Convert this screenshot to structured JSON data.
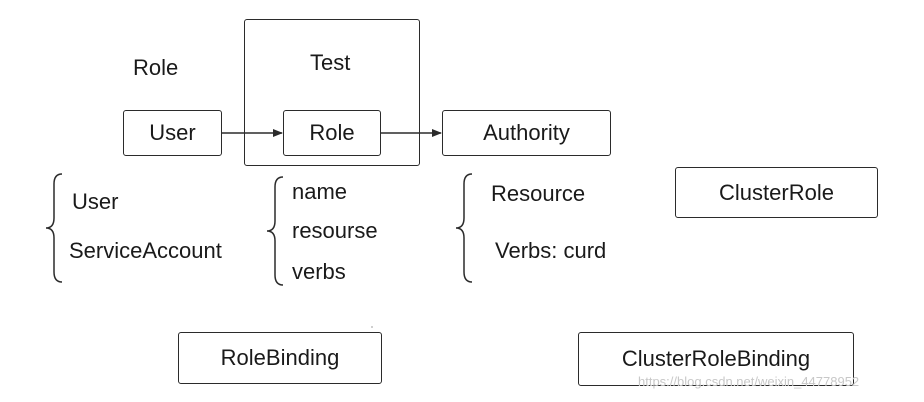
{
  "labels": {
    "role_caption": "Role",
    "namespace_title": "Test",
    "user_box": "User",
    "role_box": "Role",
    "authority_box": "Authority",
    "cluster_role_box": "ClusterRole",
    "role_binding_box": "RoleBinding",
    "cluster_role_binding_box": "ClusterRoleBinding"
  },
  "subject_list": [
    "User",
    "ServiceAccount"
  ],
  "role_fields": [
    "name",
    "resourse",
    "verbs"
  ],
  "authority_fields": [
    "Resource",
    "Verbs: curd"
  ],
  "watermark": "https://blog.csdn.net/weixin_44778952"
}
